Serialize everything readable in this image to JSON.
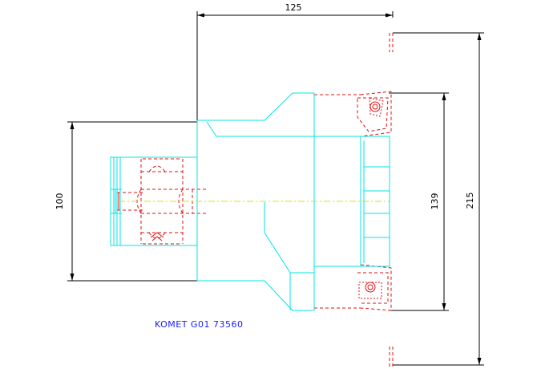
{
  "drawing": {
    "title": "KOMET G01 73560",
    "dimensions": {
      "length": "125",
      "shank_diameter": "100",
      "inner_span": "139",
      "overall_height": "215"
    }
  },
  "colors": {
    "dimension": "#000000",
    "outline": "#00e5e5",
    "hidden": "#e01010",
    "centerline": "#e0e000",
    "title": "#1a1aff"
  }
}
